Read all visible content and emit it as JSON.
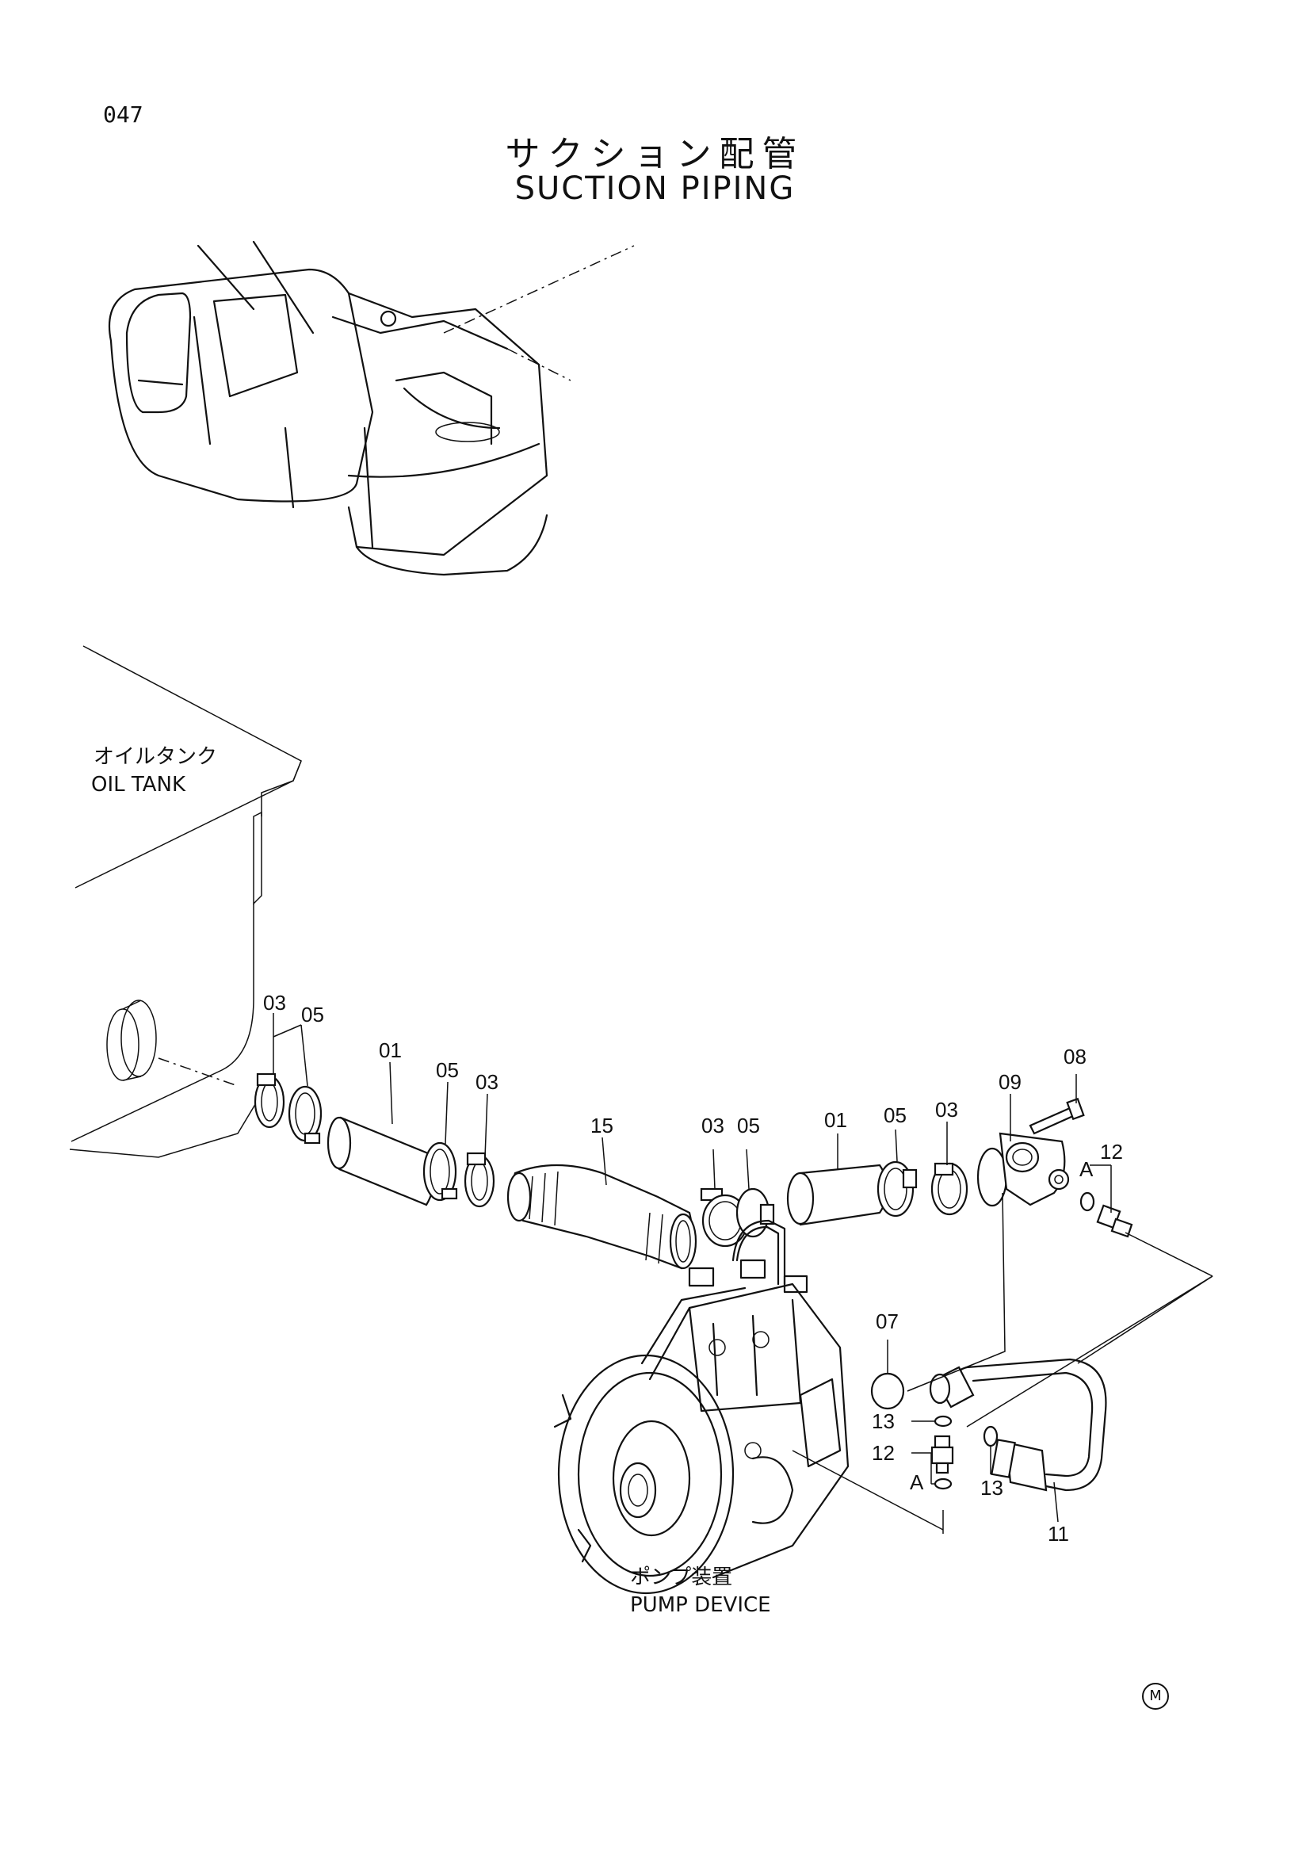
{
  "page": {
    "number": "047",
    "mark": "M"
  },
  "title": {
    "jp": "サクション配管",
    "en": "SUCTION PIPING"
  },
  "labels": {
    "oil_tank_jp": "オイルタンク",
    "oil_tank_en": "OIL TANK",
    "pump_jp": "ポンプ装置",
    "pump_en": "PUMP DEVICE",
    "detail_a": "A"
  },
  "callouts": {
    "c01a": "01",
    "c01b": "01",
    "c03a": "03",
    "c03b": "03",
    "c03c": "03",
    "c03d": "03",
    "c05a": "05",
    "c05b": "05",
    "c05c": "05",
    "c05d": "05",
    "c07": "07",
    "c08": "08",
    "c09": "09",
    "c11": "11",
    "c12a": "12",
    "c12b": "12",
    "c13a": "13",
    "c13b": "13",
    "c15": "15"
  }
}
